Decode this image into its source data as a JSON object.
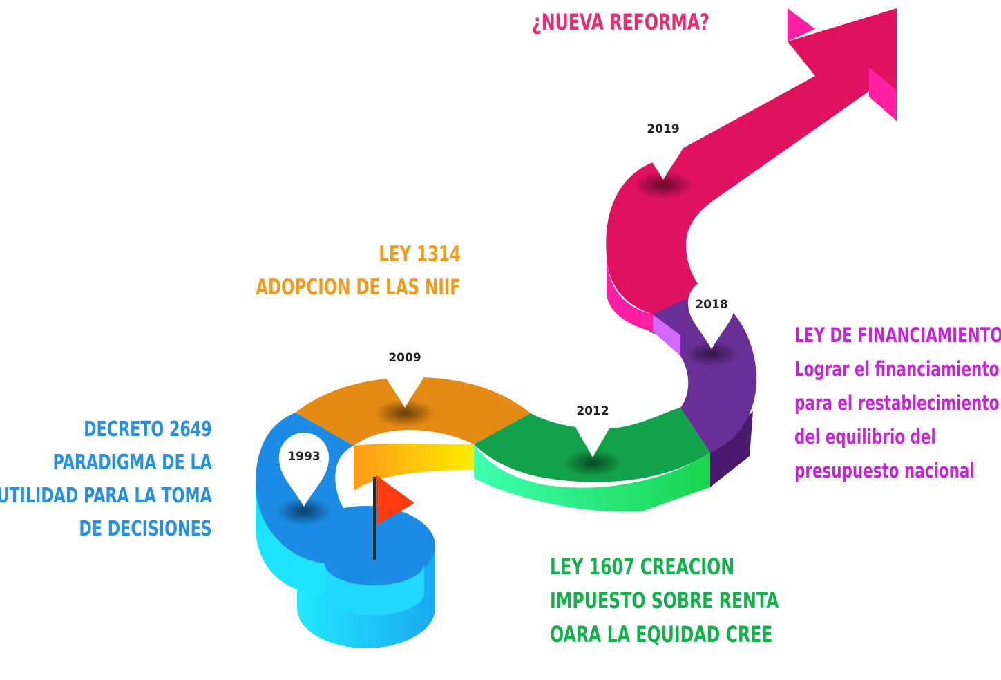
{
  "colors": {
    "blue": "#1b8be6",
    "orange": "#e58a14",
    "green": "#13a24b",
    "purple": "#6a2f97",
    "pink": "#e0115f",
    "flag": "#ff3b12"
  },
  "timeline": [
    {
      "year": "1993",
      "color": "#2690e6",
      "lines": [
        "DECRETO 2649",
        "PARADIGMA DE LA",
        "UTILIDAD PARA LA TOMA",
        "DE DECISIONES"
      ]
    },
    {
      "year": "2009",
      "color": "#f29a1e",
      "lines": [
        "LEY 1314",
        "ADOPCION DE LAS NIIF"
      ]
    },
    {
      "year": "2012",
      "color": "#14b04c",
      "lines": [
        "LEY 1607 CREACION",
        "IMPUESTO SOBRE RENTA",
        "OARA LA EQUIDAD CREE"
      ]
    },
    {
      "year": "2018",
      "color": "#c724d9",
      "lines": [
        "LEY DE FINANCIAMIENTO",
        "Lograr el financiamiento",
        "para el restablecimiento",
        "del equilibrio del",
        "presupuesto nacional"
      ]
    },
    {
      "year": "2019",
      "color": "#ec2a73",
      "lines": [
        "¿NUEVA REFORMA?"
      ]
    }
  ],
  "icons": {
    "start": "start-flag-icon",
    "marker": "map-pin-icon",
    "end": "arrow-head-icon"
  }
}
